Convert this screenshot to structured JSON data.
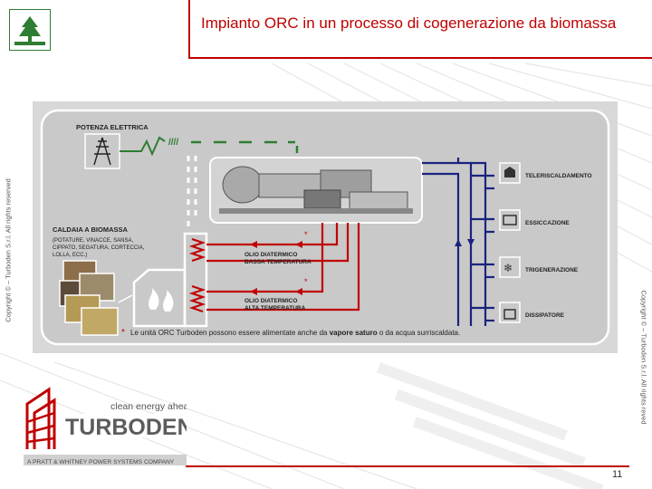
{
  "header": {
    "title": "Impianto ORC in un processo di cogenerazione da biomassa"
  },
  "copyright": {
    "left": "Copyright © – Turboden S.r.l. All rights reserved",
    "right": "Copyright © – Turboden S.r.l. All rights reved"
  },
  "diagram": {
    "power_label": "POTENZA ELETTRICA",
    "boiler_title": "CALDAIA A BIOMASSA",
    "boiler_desc": [
      "(POTATURE, VINACCE, SANSA,",
      "CIPPATO, SEGATURA, CORTECCIA,",
      "LOLLA, ECC.)"
    ],
    "oil_low": [
      "OLIO DIATERMICO",
      "BASSA TEMPERATURA"
    ],
    "oil_high": [
      "OLIO DIATERMICO",
      "ALTA TEMPERATURA"
    ],
    "users": [
      "TELERISCALDAMENTO",
      "ESSICCAZIONE",
      "TRIGENERAZIONE",
      "DISSIPATORE"
    ],
    "footnote_prefix": "Le unità ORC Turboden possono essere alimentate anche da ",
    "footnote_bold": "vapore saturo",
    "footnote_suffix": " o da acqua surriscaldata.",
    "star": "*"
  },
  "brand": {
    "tagline": "clean energy ahead",
    "name": "TURBODEN",
    "sub": "A PRATT & WHITNEY POWER SYSTEMS COMPANY"
  },
  "page": {
    "number": "11"
  },
  "colors": {
    "accent": "#c00000",
    "green": "#2e7d32",
    "blue": "#1a237e",
    "panel": "#d9d9d9"
  }
}
